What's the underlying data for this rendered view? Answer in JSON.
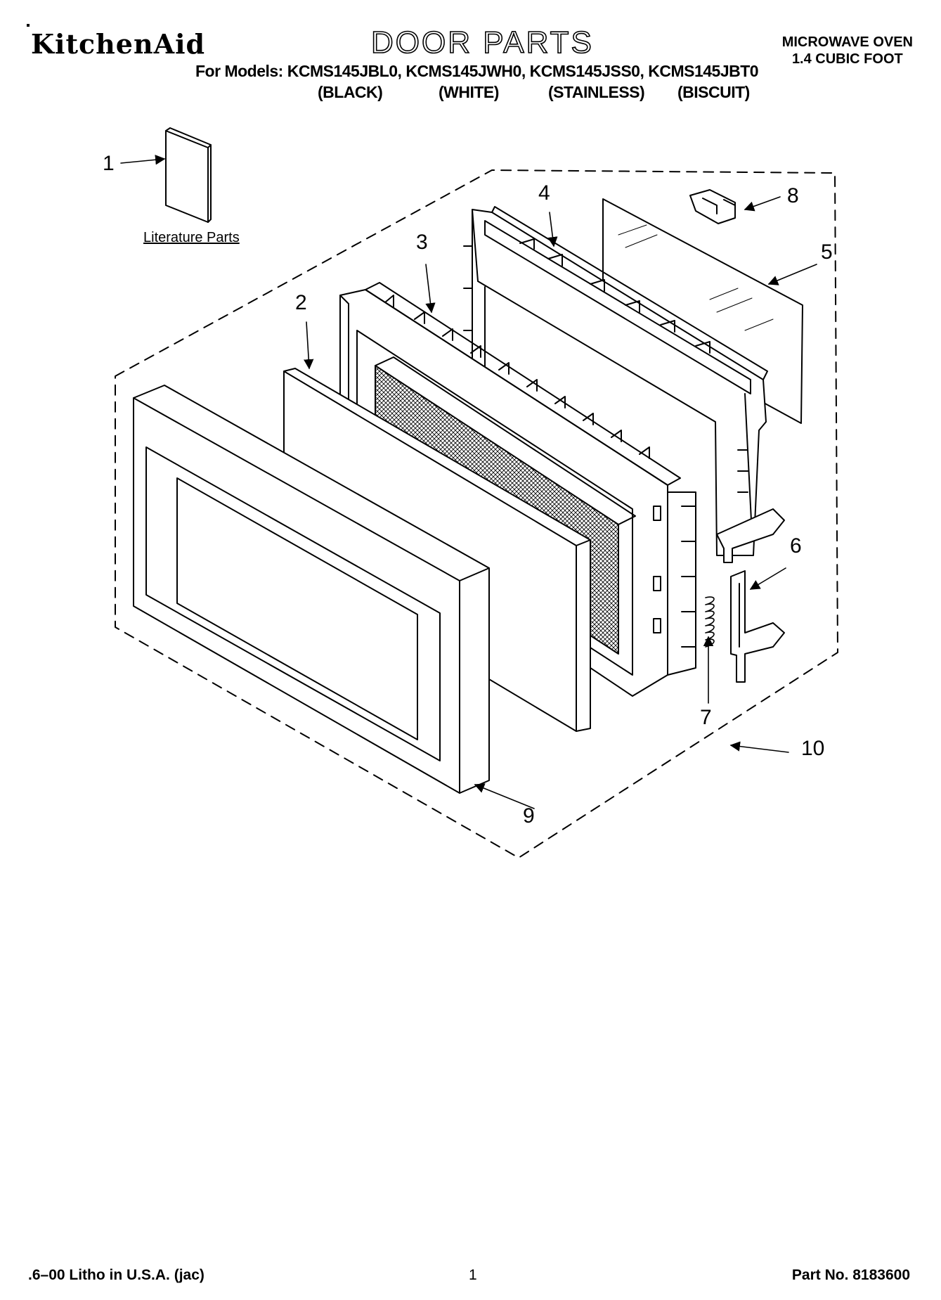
{
  "header": {
    "brand": "KitchenAid",
    "title": "DOOR PARTS",
    "product_line1": "MICROWAVE OVEN",
    "product_line2": "1.4 CUBIC FOOT",
    "models": "For Models: KCMS145JBL0, KCMS145JWH0, KCMS145JSS0, KCMS145JBT0",
    "variants": [
      "(BLACK)",
      "(WHITE)",
      "(STAINLESS)",
      "(BISCUIT)"
    ]
  },
  "diagram": {
    "literature_label": "Literature Parts",
    "callouts": [
      "1",
      "2",
      "3",
      "4",
      "5",
      "6",
      "7",
      "8",
      "9",
      "10"
    ]
  },
  "footer": {
    "litho": ".6–00 Litho in U.S.A. (jac)",
    "page": "1",
    "part_no": "Part No. 8183600"
  }
}
